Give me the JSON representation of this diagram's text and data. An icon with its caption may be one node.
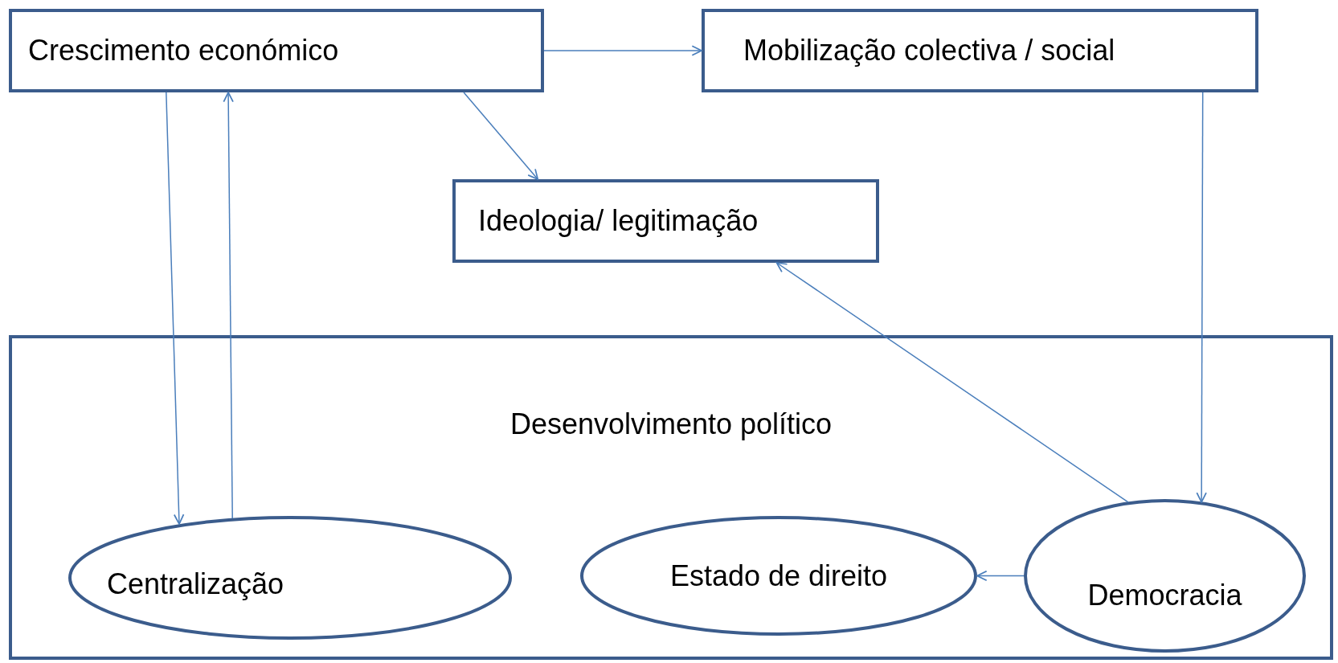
{
  "diagram": {
    "nodes": [
      {
        "text": [
          "Crescimento económico"
        ]
      },
      {
        "text": [
          "Mobilização colectiva / social"
        ]
      },
      {
        "text": [
          "Ideologia/ legitimação"
        ]
      },
      {
        "text": [
          "Desenvolvimento político"
        ]
      },
      {
        "text": [
          "Centralização"
        ],
        "in": 3
      },
      {
        "text": [
          "Estado de direito"
        ],
        "in": 3
      },
      {
        "text": [
          "Democracia"
        ],
        "in": 3
      }
    ],
    "edges": [
      {
        "from": 0,
        "to": 1,
        "arrow": "to"
      },
      {
        "from": 0,
        "to": 2,
        "arrow": "to"
      },
      {
        "from": 0,
        "to": 4,
        "arrow": "to"
      },
      {
        "from": 4,
        "to": 0,
        "arrow": "to"
      },
      {
        "from": 1,
        "to": 6,
        "arrow": "to"
      },
      {
        "from": 6,
        "to": 2,
        "arrow": "to"
      },
      {
        "from": 6,
        "to": 5,
        "arrow": "to"
      }
    ]
  }
}
